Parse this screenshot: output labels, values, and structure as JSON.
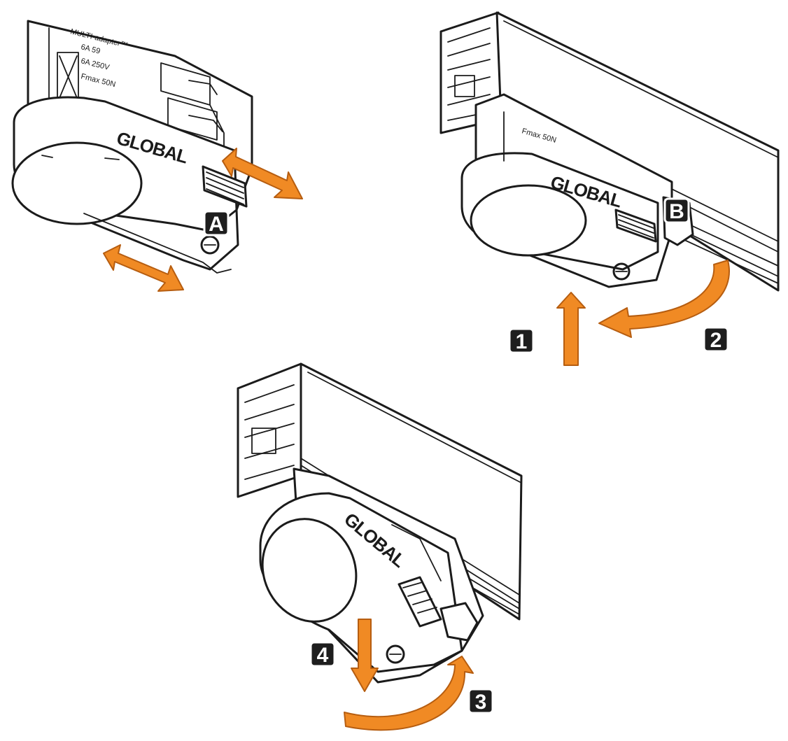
{
  "badges": {
    "a": "A",
    "b": "B",
    "one": "1",
    "two": "2",
    "three": "3",
    "four": "4"
  },
  "branding": {
    "logo_top_left": "GLOBAL",
    "logo_top_right": "GLOBAL",
    "logo_bottom": "GLOBAL"
  },
  "label_text": {
    "adapter_name": "MULTI-adapter™",
    "rating_1": "6A 59",
    "rating_2": "6A 250V",
    "fmax": "Fmax 50N",
    "fmax_rail": "Fmax 50N"
  },
  "colors": {
    "arrow": "#f08a24",
    "line": "#1b1b1b",
    "badge": "#1e1e1e",
    "background": "#ffffff"
  }
}
